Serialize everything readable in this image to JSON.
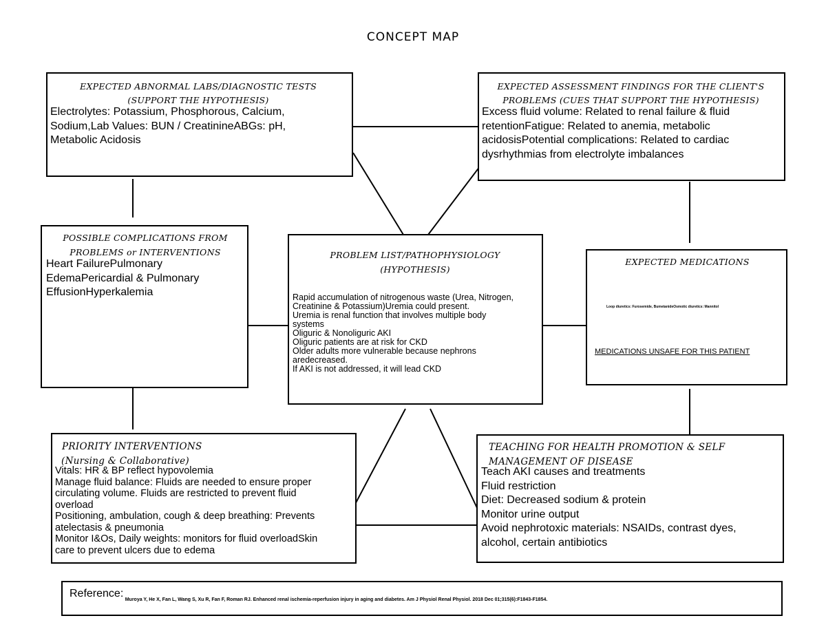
{
  "title": "CONCEPT MAP",
  "labs": {
    "heading_1": "EXPECTED ABNORMAL LABS/DIAGNOSTIC TESTS",
    "heading_2": "(SUPPORT THE HYPOTHESIS)",
    "lines": [
      "Electrolytes:  Potassium,  Phosphorous,  Calcium,",
      "Sodium,Lab Values:  BUN / CreatinineABGs:  pH,",
      "Metabolic Acidosis"
    ]
  },
  "assessment": {
    "heading_1": "EXPECTED ASSESSMENT FINDINGS FOR THE CLIENT'S",
    "heading_2": "PROBLEMS (CUES THAT SUPPORT THE HYPOTHESIS)",
    "lines": [
      "Excess fluid volume: Related to renal failure & fluid",
      "retentionFatigue: Related to anemia, metabolic",
      "acidosisPotential complications: Related to cardiac",
      "dysrhythmias from electrolyte imbalances"
    ]
  },
  "complications": {
    "heading_1": "POSSIBLE COMPLICATIONS FROM",
    "heading_2": "PROBLEMS or INTERVENTIONS",
    "lines": [
      "Heart FailurePulmonary",
      "EdemaPericardial & Pulmonary",
      "EffusionHyperkalemia"
    ]
  },
  "problem": {
    "heading_1": "PROBLEM LIST/PATHOPHYSIOLOGY",
    "heading_2": "(HYPOTHESIS)",
    "lines": [
      "Rapid accumulation of nitrogenous waste (Urea, Nitrogen,",
      "Creatinine &  Potassium)Uremia could present.",
      "Uremia is renal function  that involves multiple body",
      "systems",
      "Oliguric & Nonoliguric AKI",
      "Oliguric patients are at  risk for CKD",
      "Older adults more vulnerable because nephrons",
      "aredecreased.",
      "If AKI is not addressed, it will lead CKD"
    ]
  },
  "medications": {
    "heading": "EXPECTED MEDICATIONS",
    "list": "Loop diuretics: Furosemide, BumetanideOsmotic diuretics: Mannitol",
    "unsafe": "MEDICATIONS UNSAFE FOR THIS PATIENT"
  },
  "interventions": {
    "heading_1": "PRIORITY INTERVENTIONS",
    "heading_2": "(Nursing & Collaborative)",
    "lines": [
      "Vitals:   HR & BP reflect hypovolemia",
      "Manage fluid balance: Fluids are needed to ensure proper",
      "circulating volume. Fluids are restricted to prevent fluid",
      "overload",
      "Positioning, ambulation, cough & deep breathing: Prevents",
      "atelectasis & pneumonia",
      "Monitor I&Os, Daily weights: monitors for fluid overloadSkin",
      "care to prevent ulcers due to edema"
    ]
  },
  "teaching": {
    "heading_1": "TEACHING FOR HEALTH PROMOTION & SELF",
    "heading_2": "MANAGEMENT OF DISEASE",
    "lines": [
      "Teach AKI causes and treatments",
      "Fluid restriction",
      "Diet: Decreased sodium & protein",
      "Monitor urine output",
      "Avoid nephrotoxic materials: NSAIDs, contrast dyes,",
      "alcohol, certain antibiotics"
    ]
  },
  "reference": {
    "label": "Reference:",
    "text": "Muroya Y, He X, Fan L, Wang S, Xu R, Fan F, Roman RJ. Enhanced renal ischemia-reperfusion injury in aging and diabetes. Am J Physiol Renal Physiol. 2018 Dec 01;315(6):F1843-F1854."
  }
}
